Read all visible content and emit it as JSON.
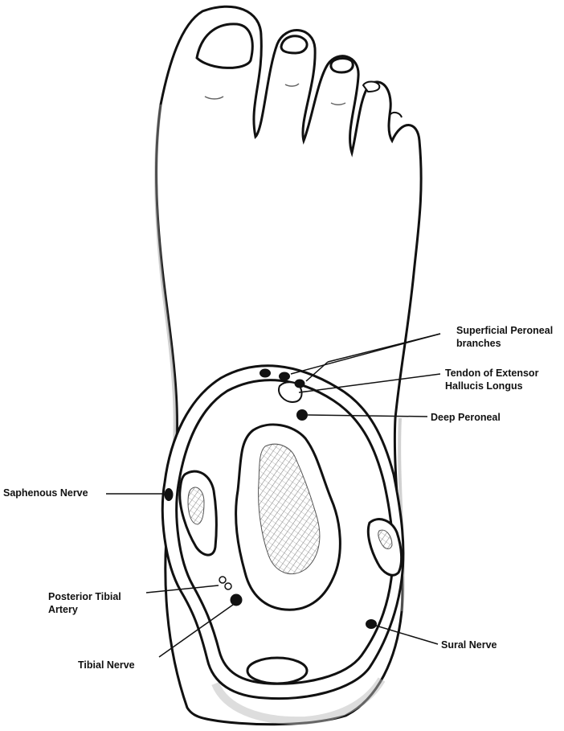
{
  "labels": {
    "superficial_peroneal": [
      "Superficial Peroneal",
      "branches"
    ],
    "tendon_ehl": [
      "Tendon of Extensor",
      "Hallucis Longus"
    ],
    "deep_peroneal": [
      "Deep Peroneal"
    ],
    "saphenous": [
      "Saphenous Nerve"
    ],
    "posterior_tibial_artery": [
      "Posterior Tibial",
      "Artery"
    ],
    "tibial_nerve": [
      "Tibial Nerve"
    ],
    "sural_nerve": [
      "Sural Nerve"
    ]
  },
  "colors": {
    "ink": "#111111",
    "paper": "#ffffff",
    "bone_hatch": "#555555",
    "shadow": "#d9d9d9"
  }
}
